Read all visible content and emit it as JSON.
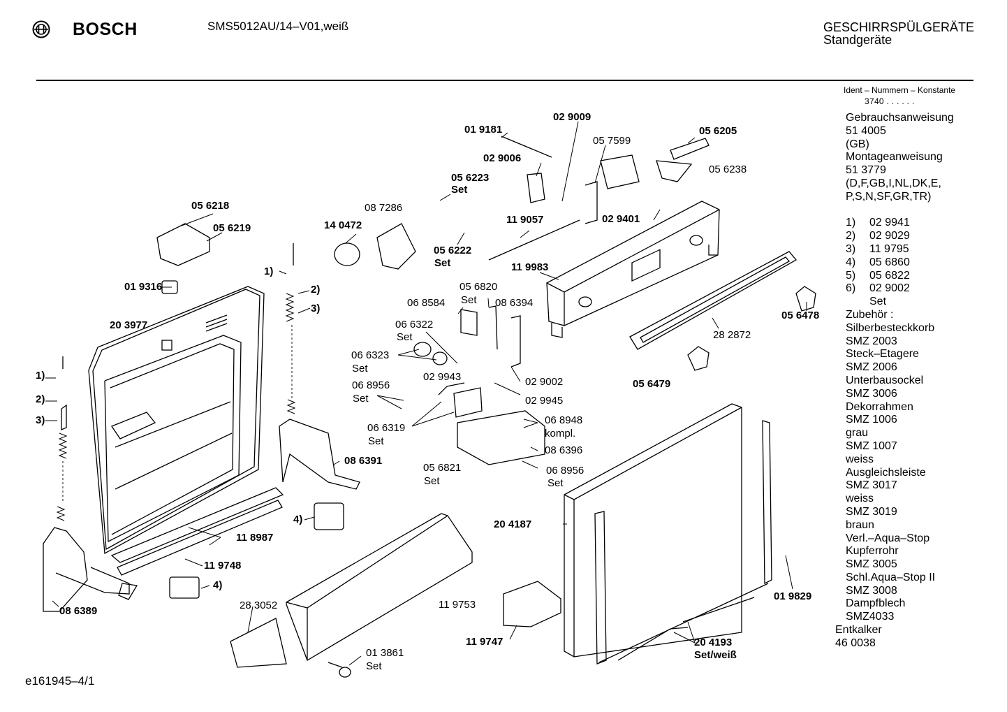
{
  "header": {
    "brand": "BOSCH",
    "model": "SMS5012AU/14–V01,weiß",
    "category_title": "GESCHIRRSPÜLGERÄTE",
    "category_subtitle": "Standgeräte",
    "logo_icon": "bosch-armature-icon"
  },
  "ident": {
    "label": "Ident – Nummern – Konstante",
    "value": "3740 .  .  .  .  .  ."
  },
  "side_list": [
    "Gebrauchsanweisung",
    "51 4005",
    "(GB)",
    "Montageanweisung",
    "51 3779",
    "(D,F,GB,I,NL,DK,E,",
    "P,S,N,SF,GR,TR)"
  ],
  "footnotes": [
    {
      "n": "1)",
      "part": "02 9941"
    },
    {
      "n": "2)",
      "part": "02 9029"
    },
    {
      "n": "3)",
      "part": "11 9795"
    },
    {
      "n": "4)",
      "part": "05 6860"
    },
    {
      "n": "5)",
      "part": "05 6822"
    },
    {
      "n": "6)",
      "part": "02 9002"
    }
  ],
  "footnote_suffix": "Set",
  "accessories": [
    "Zubehör :",
    "Silberbesteckkorb",
    "SMZ 2003",
    "Steck–Etagere",
    "SMZ 2006",
    "Unterbausockel",
    "SMZ 3006",
    "Dekorrahmen",
    "SMZ 1006",
    "grau",
    "SMZ 1007",
    "weiss",
    "Ausgleichsleiste",
    "SMZ 3017",
    "weiss",
    "SMZ 3019",
    "braun",
    "Verl.–Aqua–Stop",
    "Kupferrohr",
    "SMZ 3005",
    "Schl.Aqua–Stop II",
    "SMZ 3008",
    "Dampfblech",
    "SMZ4033"
  ],
  "accessories_tail": [
    "Entkalker",
    "46 0038"
  ],
  "footer": {
    "drawing_id": "e161945–4/1"
  },
  "parts": [
    {
      "id": "p1",
      "text": "02 9009",
      "bold": true
    },
    {
      "id": "p2",
      "text": "01 9181",
      "bold": true
    },
    {
      "id": "p3",
      "text": "05 6205",
      "bold": true
    },
    {
      "id": "p4",
      "text": "05 7599",
      "bold": false
    },
    {
      "id": "p5",
      "text": "02 9006",
      "bold": true
    },
    {
      "id": "p6",
      "text": "05 6238",
      "bold": false
    },
    {
      "id": "p7",
      "text": "05 6223",
      "bold": true
    },
    {
      "id": "p8",
      "text": "Set",
      "bold": true
    },
    {
      "id": "p9",
      "text": "05 6218",
      "bold": true
    },
    {
      "id": "p10",
      "text": "08 7286",
      "bold": false
    },
    {
      "id": "p11",
      "text": "05 6219",
      "bold": true
    },
    {
      "id": "p12",
      "text": "14 0472",
      "bold": true
    },
    {
      "id": "p13",
      "text": "11 9057",
      "bold": true
    },
    {
      "id": "p14",
      "text": "02 9401",
      "bold": true
    },
    {
      "id": "p15",
      "text": "05 6222",
      "bold": true
    },
    {
      "id": "p16",
      "text": "Set",
      "bold": true
    },
    {
      "id": "p17",
      "text": "1)",
      "bold": true
    },
    {
      "id": "p18",
      "text": "11 9983",
      "bold": true
    },
    {
      "id": "p19",
      "text": "2)",
      "bold": true
    },
    {
      "id": "p20",
      "text": "01 9316",
      "bold": true
    },
    {
      "id": "p21",
      "text": "3)",
      "bold": true
    },
    {
      "id": "p22",
      "text": "05 6820",
      "bold": false
    },
    {
      "id": "p23",
      "text": "Set",
      "bold": false
    },
    {
      "id": "p24",
      "text": "06 8584",
      "bold": false
    },
    {
      "id": "p25",
      "text": "08 6394",
      "bold": false
    },
    {
      "id": "p26",
      "text": "05 6478",
      "bold": true
    },
    {
      "id": "p27",
      "text": "20 3977",
      "bold": true
    },
    {
      "id": "p28",
      "text": "06 6322",
      "bold": false
    },
    {
      "id": "p29",
      "text": "Set",
      "bold": false
    },
    {
      "id": "p30",
      "text": "28 2872",
      "bold": false
    },
    {
      "id": "p31",
      "text": "06 6323",
      "bold": false
    },
    {
      "id": "p32",
      "text": "Set",
      "bold": false
    },
    {
      "id": "p33",
      "text": "1)",
      "bold": true
    },
    {
      "id": "p34",
      "text": "02 9002",
      "bold": false
    },
    {
      "id": "p35",
      "text": "06 8956",
      "bold": false
    },
    {
      "id": "p36",
      "text": "02 9943",
      "bold": false
    },
    {
      "id": "p37",
      "text": "05 6479",
      "bold": true
    },
    {
      "id": "p38",
      "text": "2)",
      "bold": true
    },
    {
      "id": "p39",
      "text": "Set",
      "bold": false
    },
    {
      "id": "p40",
      "text": "02 9945",
      "bold": false
    },
    {
      "id": "p41",
      "text": "3)",
      "bold": true
    },
    {
      "id": "p42",
      "text": "06 8948",
      "bold": false
    },
    {
      "id": "p43",
      "text": "06 6319",
      "bold": false
    },
    {
      "id": "p44",
      "text": "kompl.",
      "bold": false
    },
    {
      "id": "p45",
      "text": "Set",
      "bold": false
    },
    {
      "id": "p46",
      "text": "08 6396",
      "bold": false
    },
    {
      "id": "p47",
      "text": "08 6391",
      "bold": true
    },
    {
      "id": "p48",
      "text": "05 6821",
      "bold": false
    },
    {
      "id": "p49",
      "text": "06 8956",
      "bold": false
    },
    {
      "id": "p50",
      "text": "Set",
      "bold": false
    },
    {
      "id": "p51",
      "text": "Set",
      "bold": false
    },
    {
      "id": "p52",
      "text": "4)",
      "bold": true
    },
    {
      "id": "p53",
      "text": "20 4187",
      "bold": true
    },
    {
      "id": "p54",
      "text": "11 8987",
      "bold": true
    },
    {
      "id": "p55",
      "text": "11 9748",
      "bold": true
    },
    {
      "id": "p56",
      "text": "4)",
      "bold": true
    },
    {
      "id": "p57",
      "text": "01 9829",
      "bold": true
    },
    {
      "id": "p58",
      "text": "28 3052",
      "bold": false
    },
    {
      "id": "p59",
      "text": "11 9753",
      "bold": false
    },
    {
      "id": "p60",
      "text": "08 6389",
      "bold": true
    },
    {
      "id": "p61",
      "text": "11 9747",
      "bold": true
    },
    {
      "id": "p62",
      "text": "20 4193",
      "bold": true
    },
    {
      "id": "p63",
      "text": "Set/weiß",
      "bold": true
    },
    {
      "id": "p64",
      "text": "01 3861",
      "bold": false
    },
    {
      "id": "p65",
      "text": "Set",
      "bold": false
    }
  ]
}
